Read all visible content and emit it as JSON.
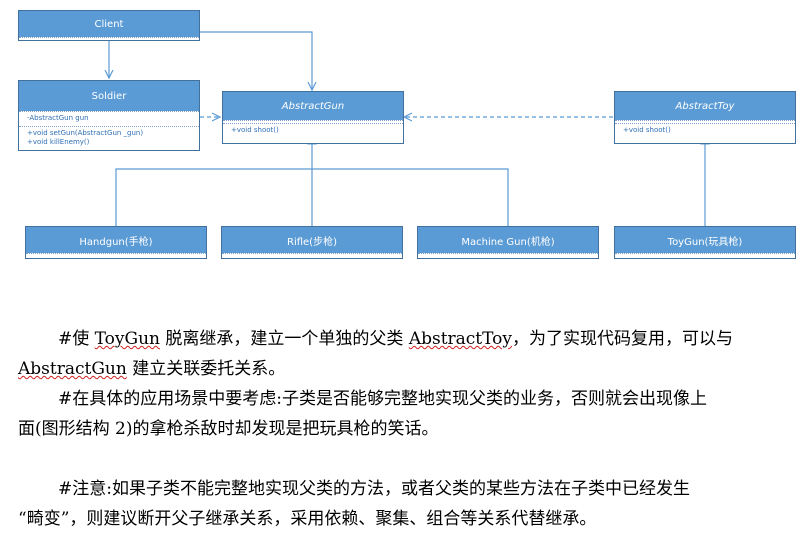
{
  "diagram": {
    "client": {
      "name": "Client"
    },
    "soldier": {
      "name": "Soldier",
      "attributes": [
        "-AbstractGun gun"
      ],
      "methods": [
        "+void setGun(AbstractGun _gun)",
        "+void killEnemy()"
      ]
    },
    "abstract_gun": {
      "name": "AbstractGun",
      "methods": [
        "+void shoot()"
      ]
    },
    "abstract_toy": {
      "name": "AbstractToy",
      "methods": [
        "+void shoot()"
      ]
    },
    "handgun": {
      "name": "Handgun(手枪)"
    },
    "rifle": {
      "name": "Rifle(步枪)"
    },
    "machine_gun": {
      "name": "Machine Gun(机枪)"
    },
    "toy_gun": {
      "name": "ToyGun(玩具枪)"
    },
    "colors": {
      "header": "#5b9bd5",
      "border": "#41719c",
      "line": "#5b9bd5"
    }
  },
  "text": {
    "p1_a": "#使 ",
    "p1_b": "ToyGun",
    "p1_c": " 脱离继承，建立一个单独的父类 ",
    "p1_d": "AbstractToy",
    "p1_e": "，为了实现代码复用，可以与",
    "p1_f": "AbstractGun",
    "p1_g": " 建立关联委托关系。",
    "p2_a": "#在具体的应用场景中要考虑:子类是否能够完整地实现父类的业务，否则就会出现像上",
    "p2_b": "面(图形结构 2)的拿枪杀敌时却发现是把玩具枪的笑话。",
    "p3_a": "#注意:如果子类不能完整地实现父类的方法，或者父类的某些方法在子类中已经发生",
    "p3_b": "“畸变”，则建议断开父子继承关系，采用依赖、聚集、组合等关系代替继承。"
  }
}
